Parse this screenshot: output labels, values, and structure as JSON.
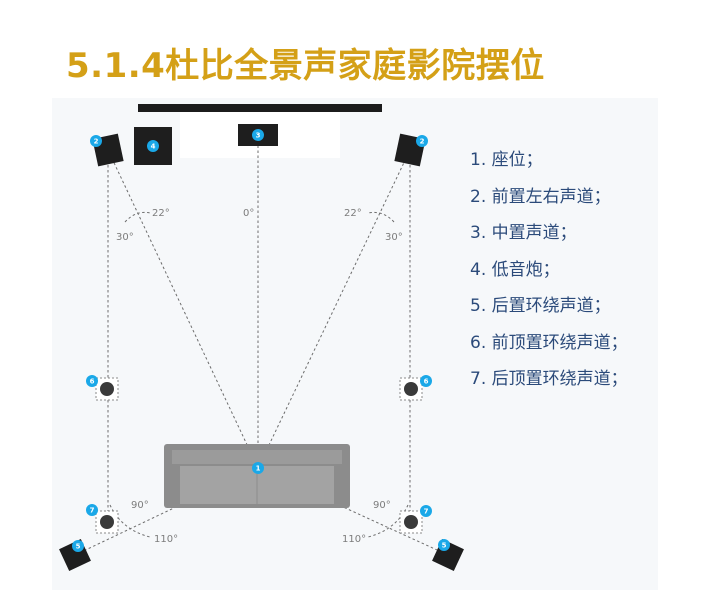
{
  "title": "5.1.4杜比全景声家庭影院摆位",
  "legend": [
    "1. 座位；",
    "2. 前置左右声道；",
    "3. 中置声道；",
    "4. 低音炮；",
    "5. 后置环绕声道；",
    "6. 前顶置环绕声道；",
    "7. 后顶置环绕声道；"
  ],
  "angles": {
    "front_left_inner": "22°",
    "front_left_outer": "30°",
    "center": "0°",
    "front_right_inner": "22°",
    "front_right_outer": "30°",
    "rear_left_side": "90°",
    "rear_left_back": "110°",
    "rear_right_side": "90°",
    "rear_right_back": "110°"
  },
  "badges": {
    "seat": "1",
    "front_left": "2",
    "front_right": "2",
    "center": "3",
    "subwoofer": "4",
    "rear_left": "5",
    "rear_right": "5",
    "top_front_left": "6",
    "top_front_right": "6",
    "top_rear_left": "7",
    "top_rear_right": "7"
  },
  "colors": {
    "title": "#d4a017",
    "legend_text": "#2b4a7a",
    "badge": "#1aa8e8",
    "sofa": "#8a8a8a",
    "speaker": "#1e1e1e"
  }
}
